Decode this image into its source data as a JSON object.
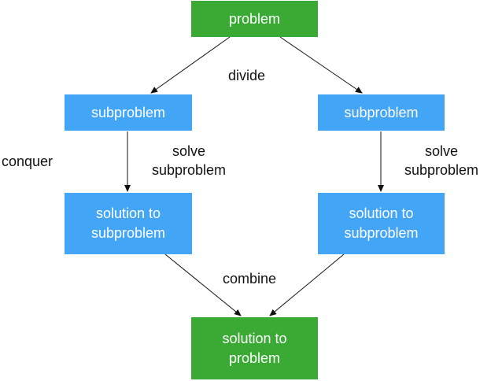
{
  "nodes": {
    "problem": {
      "text": "problem",
      "color": "#3aaa35"
    },
    "subproblem_left": {
      "text": "subproblem",
      "color": "#42a5f5"
    },
    "subproblem_right": {
      "text": "subproblem",
      "color": "#42a5f5"
    },
    "solution_left": {
      "line1": "solution to",
      "line2": "subproblem",
      "color": "#42a5f5"
    },
    "solution_right": {
      "line1": "solution to",
      "line2": "subproblem",
      "color": "#42a5f5"
    },
    "solution": {
      "line1": "solution to",
      "line2": "problem",
      "color": "#3aaa35"
    }
  },
  "labels": {
    "divide": "divide",
    "conquer": "conquer",
    "solve_left": {
      "line1": "solve",
      "line2": "subproblem"
    },
    "solve_right": {
      "line1": "solve",
      "line2": "subproblem"
    },
    "combine": "combine"
  }
}
